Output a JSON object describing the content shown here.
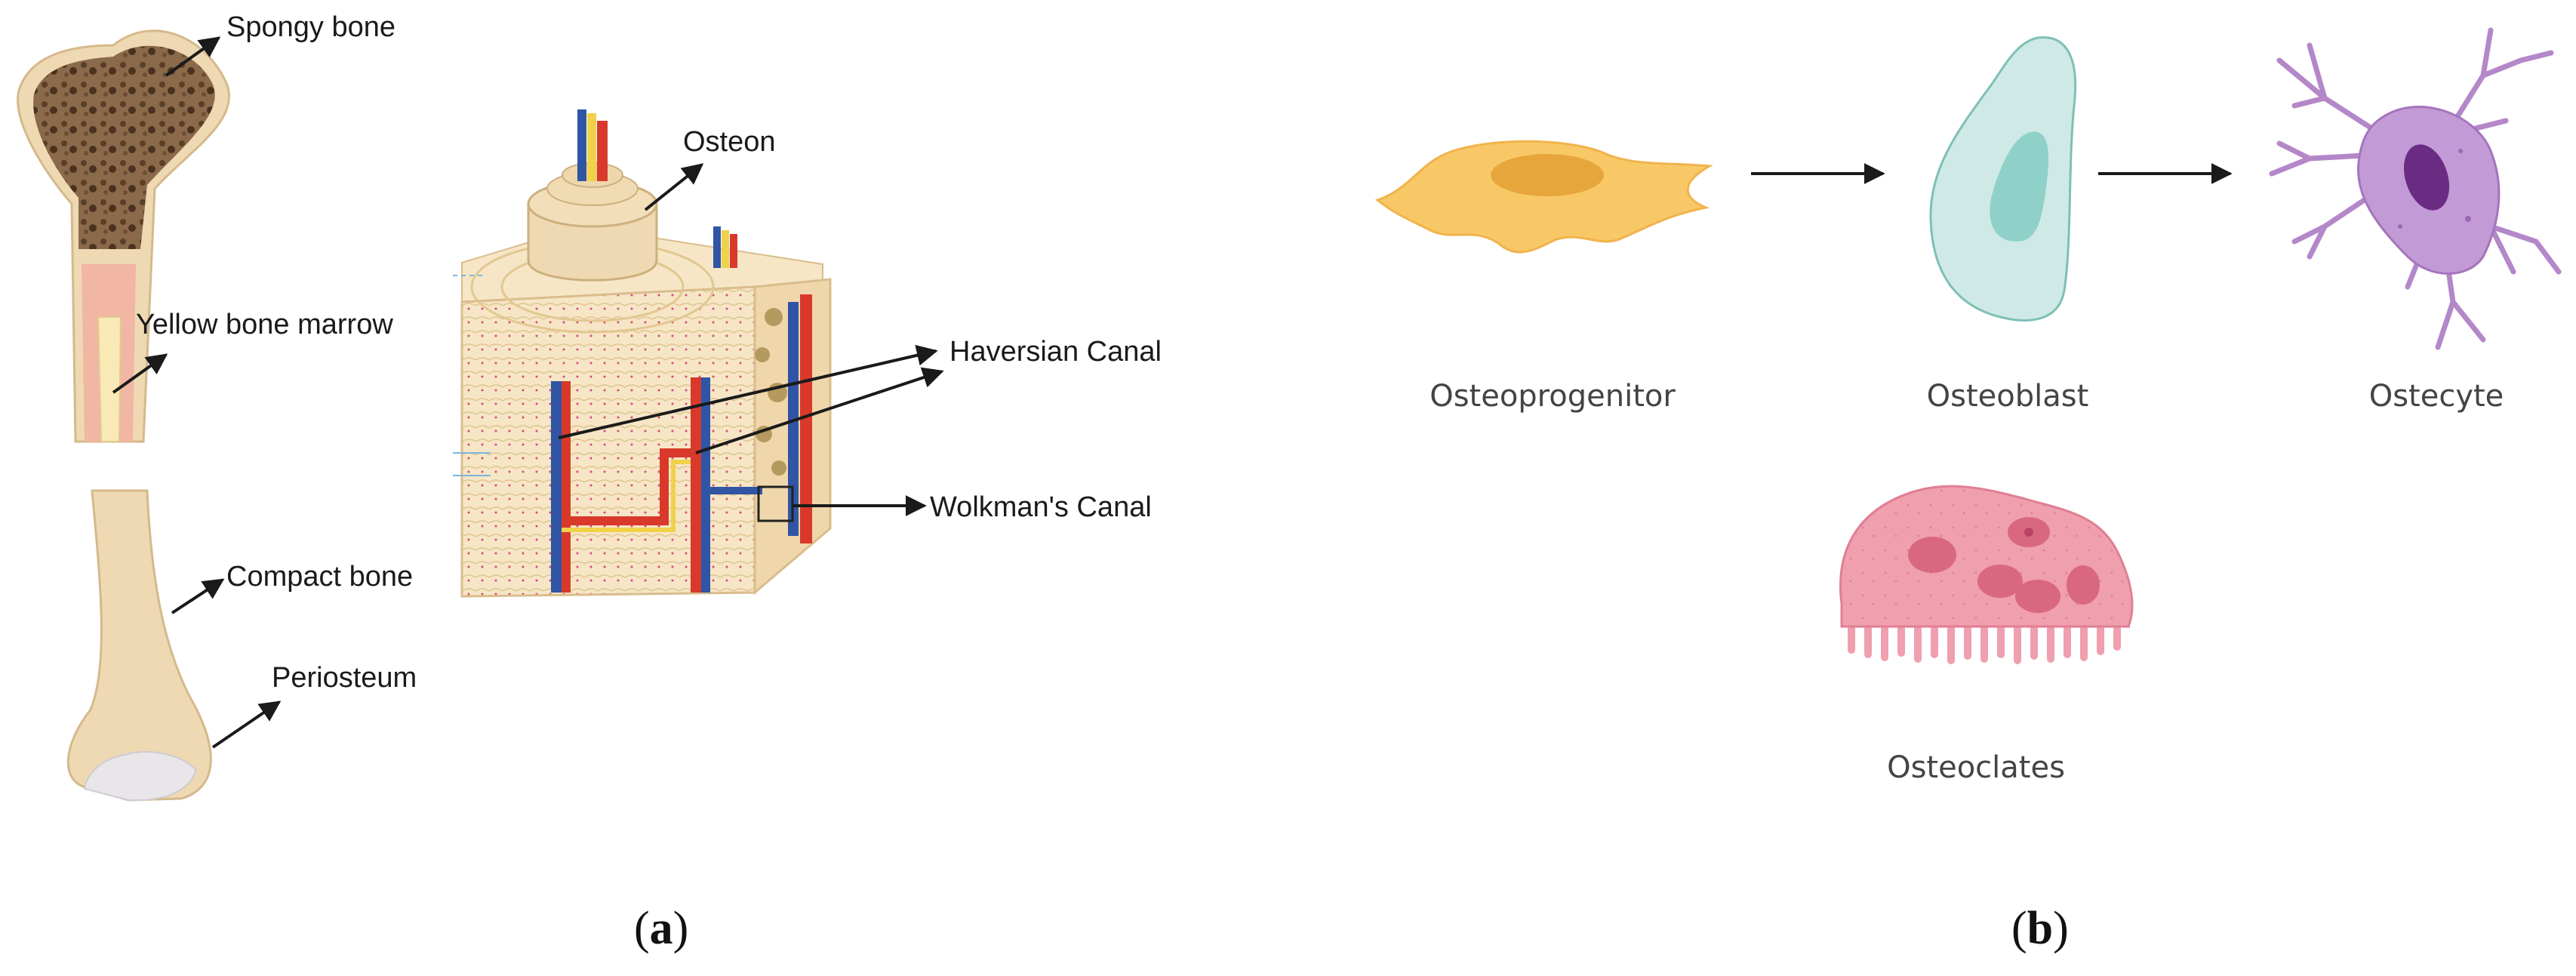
{
  "panel_a": {
    "label_open": "(",
    "label_letter": "a",
    "label_close": ")",
    "labels": {
      "spongy_bone": "Spongy bone",
      "yellow_bone_marrow": "Yellow bone marrow",
      "compact_bone": "Compact bone",
      "periosteum": "Periosteum",
      "osteon": "Osteon",
      "haversian_canal": "Haversian Canal",
      "wolkmans_canal": "Wolkman's Canal"
    }
  },
  "panel_b": {
    "label_open": "(",
    "label_letter": "b",
    "label_close": ")",
    "cells": {
      "osteoprogenitor": "Osteoprogenitor",
      "osteoblast": "Osteoblast",
      "osteocyte": "Ostecyte",
      "osteoclast": "Osteoclates"
    }
  },
  "colors": {
    "bone": "#eed9b3",
    "spongy": "#7a5a3e",
    "marrow": "#f3b7a6",
    "artery": "#d8392b",
    "vein": "#2f55a4",
    "nerve": "#f0d24a",
    "osteoprogenitor": "#f8c867",
    "osteoblast": "#cfeae6",
    "osteocyte": "#b487c9",
    "osteoclast": "#ef9fae"
  }
}
